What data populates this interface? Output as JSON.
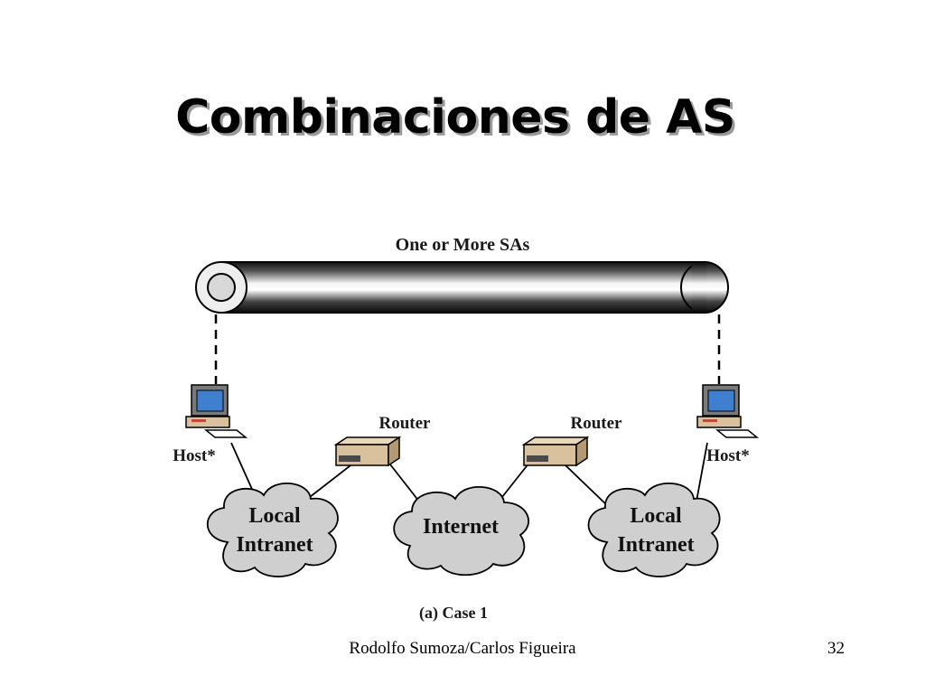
{
  "slide": {
    "title": "Combinaciones de AS",
    "footer_author": "Rodolfo Sumoza/Carlos Figueira",
    "page_number": "32"
  },
  "diagram": {
    "tunnel_label": "One or More SAs",
    "host_left_label": "Host*",
    "host_right_label": "Host*",
    "router_left_label": "Router",
    "router_right_label": "Router",
    "cloud_left": {
      "line1": "Local",
      "line2": "Intranet"
    },
    "cloud_center": {
      "line1": "Internet"
    },
    "cloud_right": {
      "line1": "Local",
      "line2": "Intranet"
    },
    "caption": "(a) Case 1"
  },
  "colors": {
    "screen_blue": "#3f7fd0",
    "router_tan": "#d9c19d",
    "cloud_gray": "#cfcfcf"
  }
}
